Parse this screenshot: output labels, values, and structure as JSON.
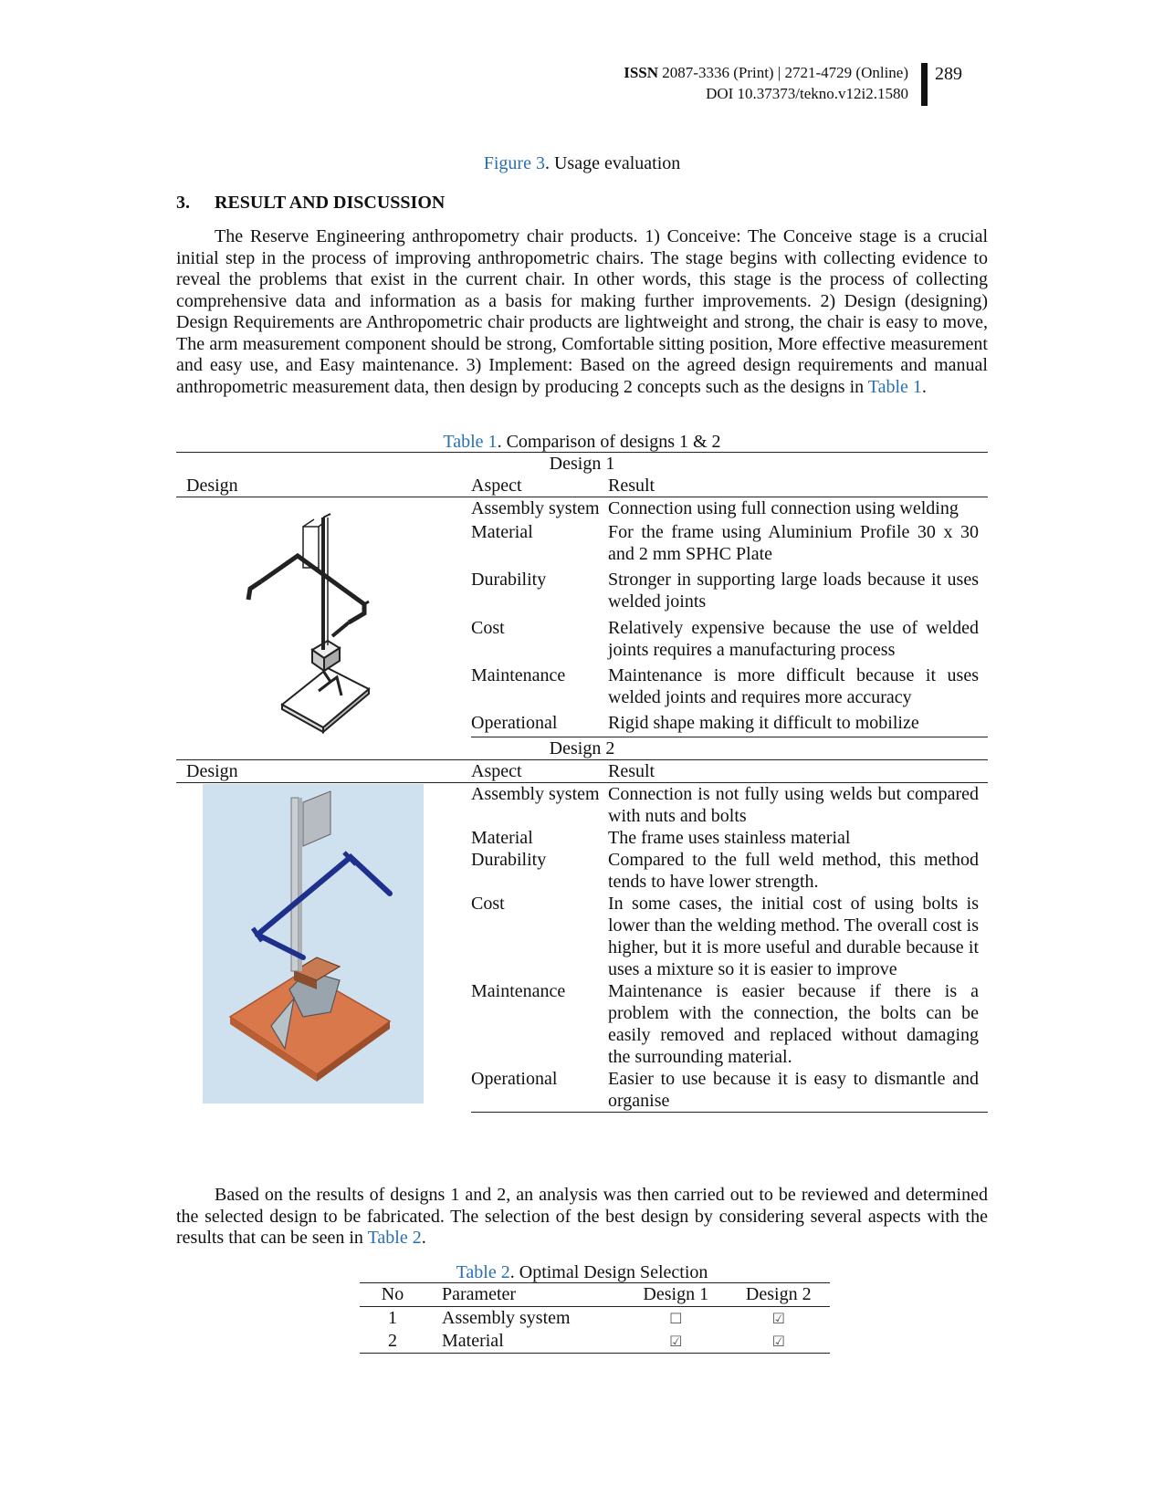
{
  "header": {
    "issn_label": "ISSN",
    "issn_text": "2087-3336 (Print) | 2721-4729 (Online)",
    "doi": "DOI 10.37373/tekno.v12i2.1580",
    "page_number": "289"
  },
  "figure_caption": {
    "ref": "Figure 3",
    "text": ". Usage evaluation"
  },
  "section": {
    "number": "3.",
    "title": "RESULT AND DISCUSSION"
  },
  "paragraph1": {
    "text": "The Reserve Engineering anthropometry chair products. 1) Conceive: The Conceive stage is a crucial initial step in the process of improving anthropometric chairs. The stage begins with collecting evidence to reveal the problems that exist in the current chair. In other words, this stage is the process of collecting comprehensive data and information as a basis for making further improvements. 2) Design (designing) Design Requirements are Anthropometric chair products are lightweight and strong, the chair is easy to move, The arm measurement component should be strong, Comfortable sitting position, More effective measurement and easy use, and Easy maintenance. 3) Implement: Based on the agreed design requirements and manual anthropometric measurement data, then design by producing 2 concepts such as the designs in ",
    "ref": "Table 1",
    "end": "."
  },
  "table1": {
    "caption_ref": "Table 1",
    "caption_text": ". Comparison of designs 1 & 2",
    "col_design": "Design",
    "col_aspect": "Aspect",
    "col_result": "Result",
    "design1": {
      "title": "Design 1",
      "rows": [
        {
          "aspect": "Assembly system",
          "result": "Connection using full connection using welding"
        },
        {
          "aspect": "Material",
          "result": "For the frame using Aluminium Profile 30 x 30 and 2 mm SPHC Plate"
        },
        {
          "aspect": "Durability",
          "result": "Stronger in supporting large loads because it uses welded joints"
        },
        {
          "aspect": "Cost",
          "result": "Relatively expensive because the use of welded joints requires a manufacturing process"
        },
        {
          "aspect": "Maintenance",
          "result": "Maintenance is more difficult because it uses welded joints and requires more accuracy"
        },
        {
          "aspect": "Operational",
          "result": "Rigid shape making it difficult to mobilize"
        }
      ]
    },
    "design2": {
      "title": "Design 2",
      "rows": [
        {
          "aspect": "Assembly system",
          "result": "Connection is not fully using welds but compared with nuts and bolts"
        },
        {
          "aspect": "Material",
          "result": "The frame uses stainless material"
        },
        {
          "aspect": "Durability",
          "result": "Compared to the full weld method, this method tends to have lower strength."
        },
        {
          "aspect": "Cost",
          "result": "In some cases, the initial cost of using bolts is lower than the welding method. The overall cost is higher, but it is more useful and durable because it uses a mixture so it is easier to improve"
        },
        {
          "aspect": "Maintenance",
          "result": "Maintenance is easier because if there is a problem with the connection, the bolts can be easily removed and replaced without damaging the surrounding material."
        },
        {
          "aspect": "Operational",
          "result": "Easier to use because it is easy to dismantle and organise"
        }
      ]
    }
  },
  "paragraph2": {
    "text": "Based on the results of designs 1 and 2, an analysis was then carried out to be reviewed and determined the selected design to be fabricated. The selection of the best design by considering several aspects with the results that can be seen in ",
    "ref": "Table 2",
    "end": "."
  },
  "table2": {
    "caption_ref": "Table 2",
    "caption_text": ". Optimal Design Selection",
    "headers": {
      "no": "No",
      "parameter": "Parameter",
      "d1": "Design 1",
      "d2": "Design 2"
    },
    "rows": [
      {
        "no": "1",
        "parameter": "Assembly  system",
        "d1": "☐",
        "d2": "☑"
      },
      {
        "no": "2",
        "parameter": "Material",
        "d1": "☑",
        "d2": "☑"
      }
    ]
  },
  "colors": {
    "link": "#2a6fb0",
    "frame_dark": "#222222",
    "frame_blue": "#1e2f8c",
    "base_orange": "#d9784a",
    "bg_blue": "#cfe0ef"
  },
  "icons": {
    "checkbox": "checkbox-icon"
  }
}
